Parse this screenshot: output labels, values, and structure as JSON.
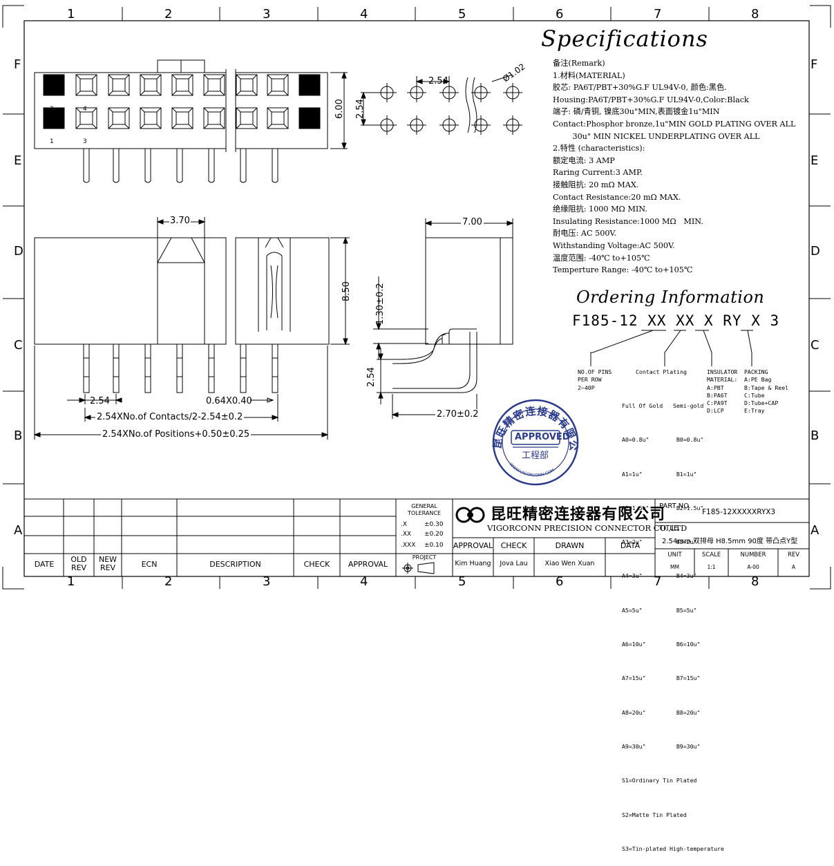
{
  "zones": {
    "columns": [
      "1",
      "2",
      "3",
      "4",
      "5",
      "6",
      "7",
      "8"
    ],
    "rows": [
      "F",
      "E",
      "D",
      "C",
      "B",
      "A"
    ]
  },
  "front_view": {
    "pin_labels": [
      "2",
      "4",
      "1",
      "3"
    ],
    "dim_height": "6.00"
  },
  "footprint": {
    "pitch_h": "2.54",
    "pitch_v": "2.54",
    "hole": "Ø1.02"
  },
  "side_view": {
    "dim_3_70": "3.70",
    "dim_8_50": "8.50",
    "dim_pitch": "2.54",
    "dim_pin": "0.64X0.40",
    "dim_contacts": "2.54XNo.of Contacts/2-2.54±0.2",
    "dim_positions": "2.54XNo.of Positions+0.50±0.25"
  },
  "right_view": {
    "dim_7_00": "7.00",
    "dim_1_30": "1.30±0.2",
    "dim_2_54": "2.54",
    "dim_2_70": "2.70±0.2"
  },
  "specs": {
    "title": "Specifications",
    "lines": [
      "备注(Remark)",
      "1.材料(MATERIAL)",
      "胶芯: PA6T/PBT+30%G.F UL94V-0, 颜色:黑色.",
      "Housing:PA6T/PBT+30%G.F UL94V-0,Color:Black",
      "端子: 磷/青铜, 镍底30u\"MIN,表面镀金1u\"MIN",
      "Contact:Phosphor bronze,1u\"MIN GOLD PLATING OVER ALL",
      "        30u\" MIN NICKEL UNDERPLATING OVER ALL",
      "2.特性 (characteristics):",
      "额定电流: 3 AMP",
      "Raring Current:3 AMP.",
      "接触阻抗: 20 mΩ MAX.",
      "Contact Resistance:20 mΩ MAX.",
      "绝缘阻抗: 1000 MΩ MIN.",
      "Insulating Resistance:1000 MΩ   MIN.",
      "耐电压: AC 500V.",
      "Withstanding Voltage:AC 500V.",
      "温度范围: -40℃ to+105℃",
      "Temperture Range: -40℃ to+105℃"
    ]
  },
  "ordering": {
    "title": "Ordering Information",
    "part": "F185-12 XX XX X RY X 3",
    "pins": [
      "NO.OF PINS",
      "PER ROW",
      "2~40P"
    ],
    "plating_title": "Contact Plating",
    "plating_lines": [
      "Full Of Gold   Semi-gold",
      "A0=0.8u\"        B0=0.8u\"",
      "A1=1u\"          B1=1u\"",
      "A2=1.5u\"        B2=1.5u\"",
      "A3=2u\"          B3=2u\"",
      "A4=3u\"          B4=3u\"",
      "A5=5u\"          B5=5u\"",
      "A6=10u\"         B6=10u\"",
      "A7=15u\"         B7=15u\"",
      "A8=20u\"         B8=20u\"",
      "A9=30u\"         B9=30u\"",
      "S1=Ordinary Tin Plated",
      "S2=Matte Tin Plated",
      "S3=Tin-plated High-temperature"
    ],
    "insulator": [
      "INSULATOR",
      "MATERIAL:",
      "A:PBT",
      "B:PA6T",
      "C:PA9T",
      "D:LCP"
    ],
    "packing": [
      "PACKING",
      "A:PE Bag",
      "B:Tape & Reel",
      "C:Tube",
      "D:Tube+CAP",
      "E:Tray"
    ]
  },
  "stamp": {
    "arc_text": "昆旺精密连接器有限公司",
    "approved": "APPROVED",
    "dept": "工程部",
    "url": "WWW.VIGORCONN.COM",
    "color": "#2a3a8c"
  },
  "title_block": {
    "rev_headers": [
      "DATE",
      "OLD REV",
      "NEW REV",
      "ECN",
      "DESCRIPTION",
      "CHECK",
      "APPROVAL"
    ],
    "tolerance_title": [
      "GENERAL",
      "TOLERANCE"
    ],
    "tolerances": [
      [
        ".X",
        "±0.30"
      ],
      [
        ".XX",
        "±0.20"
      ],
      [
        ".XXX",
        "±0.10"
      ]
    ],
    "project": "PROJECT",
    "company_cn": "昆旺精密连接器有限公司",
    "company_en": "VIGORCONN PRECISION CONNECTOR CO.,LTD",
    "sign_headers": [
      "APPROVAL",
      "CHECK",
      "DRAWN",
      "DATA"
    ],
    "sign_names": [
      "Kim Huang",
      "Jova Lau",
      "Xiao Wen Xuan",
      ""
    ],
    "part_no_label": "PART NO.",
    "part_no": "F185-12XXXXXRYX3",
    "title_label": "TITLE.",
    "title": "2.54mm 双排母 H8.5mm 90度 带凸点Y型",
    "meta_headers": [
      "UNIT",
      "SCALE",
      "NUMBER",
      "REV"
    ],
    "meta_values": [
      "MM",
      "1:1",
      "A-00",
      "A"
    ]
  }
}
